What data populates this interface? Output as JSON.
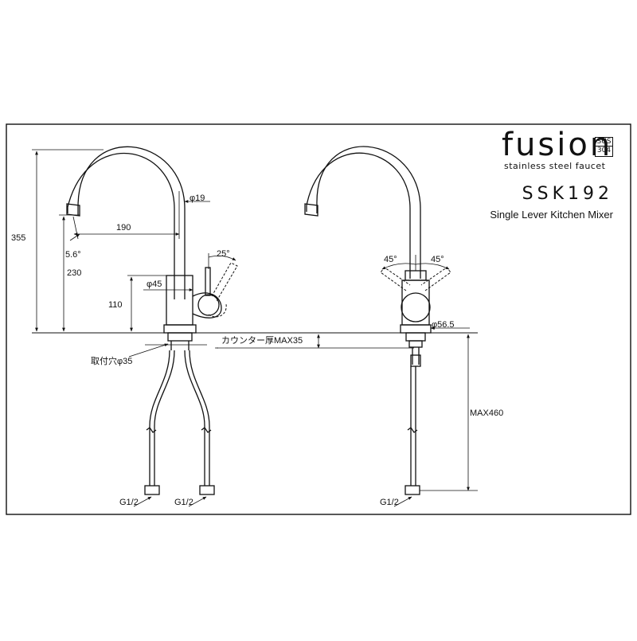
{
  "brand": {
    "name": "fusion",
    "sus_top": "SUS",
    "sus_bottom": "304",
    "tagline": "stainless steel faucet"
  },
  "product": {
    "model": "SSK192",
    "description": "Single Lever Kitchen Mixer"
  },
  "dimensions": {
    "total_height": "355",
    "spout_height": "230",
    "body_height": "110",
    "reach": "190",
    "spout_diameter": "φ19",
    "body_diameter": "φ45",
    "lever_angle": "25°",
    "spout_tilt": "5.6°",
    "mount_hole": "取付穴φ35",
    "counter_thickness": "カウンター厚MAX35",
    "base_diameter": "φ56.5",
    "hose_length": "MAX460",
    "swing_left": "45°",
    "swing_right": "45°",
    "fitting_left_1": "G1/2",
    "fitting_left_2": "G1/2",
    "fitting_right": "G1/2"
  },
  "colors": {
    "line": "#111111",
    "background": "#ffffff"
  }
}
